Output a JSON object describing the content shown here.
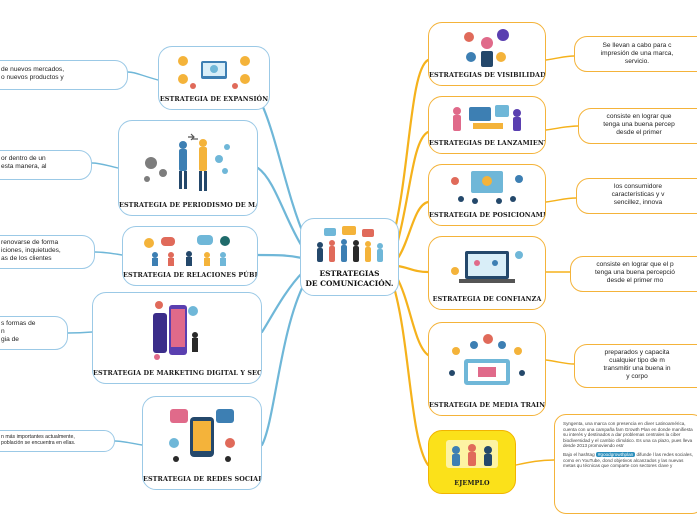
{
  "center": {
    "title_line1": "ESTRATEGIAS",
    "title_line2": "DE COMUNICACIÓN."
  },
  "left_nodes": [
    {
      "label": "ESTRATEGIA DE EXPANSIÓN",
      "icon": "expansion-illustration",
      "desc": [
        "de nuevos mercados,",
        "o nuevos productos y"
      ]
    },
    {
      "label": "ESTRATEGIA DE PERIODISMO DE MARCA",
      "icon": "brand-journalism-illustration",
      "desc": [
        "or dentro de un",
        "esta manera, al"
      ]
    },
    {
      "label": "ESTRATEGIA DE RELACIONES PÚBLICAS",
      "icon": "public-relations-illustration",
      "desc": [
        "renovarse de forma",
        "iciones, inquietudes,",
        "as de los clientes"
      ]
    },
    {
      "label": "ESTRATEGIA DE MARKETING DIGITAL Y SEO",
      "icon": "digital-marketing-illustration",
      "desc": [
        "s formas de",
        "n",
        "gia de"
      ]
    },
    {
      "label": "ESTRATEGIA DE REDES SOCIALES",
      "icon": "social-media-illustration",
      "desc": [
        "n más importantes actualmente,",
        "población se encuentra en ellas."
      ]
    }
  ],
  "right_nodes": [
    {
      "label": "ESTRATEGIAS DE VISIBILIDAD",
      "icon": "visibility-illustration",
      "desc": [
        "Se llevan a cabo para c",
        "impresión de una marca,",
        "servicio."
      ]
    },
    {
      "label": "ESTRATEGIAS DE LANZAMIENTO",
      "icon": "launch-illustration",
      "desc": [
        "consiste en lograr que",
        "tenga una buena percep",
        "desde el primer"
      ]
    },
    {
      "label": "ESTRATEGIA DE POSICIONAMIENTO",
      "icon": "positioning-illustration",
      "desc": [
        "los consumidore",
        "características y v",
        "sencillez, innova"
      ]
    },
    {
      "label": "ESTRATEGIA DE CONFIANZA",
      "icon": "trust-illustration",
      "desc": [
        "consiste en lograr que el p",
        "tenga una buena percepció",
        "desde el primer mo"
      ]
    },
    {
      "label": "ESTRATEGIA DE MEDIA TRAINING",
      "icon": "media-training-illustration",
      "desc": [
        "preparados y capacita",
        "cualquier tipo de m",
        "transmitir una buena in",
        "y corpo"
      ]
    }
  ],
  "example": {
    "label": "EJEMPLO",
    "icon": "example-illustration"
  },
  "example_text": {
    "para1": "Syngenta, una marca con presencia en diver Latinoamérica, cuenta con una campaña fam Growth Plan en donde manifiesta su interés y destinados a dar problemas centrales la ciber biodiversidad y el cambio climático. Es una ca plazo, pues lleva desde 2013 promoviendo estr",
    "para2_before": "Bajo el hashtag",
    "hashtag": "#goodgrowthplan",
    "para2_after": "difunde l las redes sociales, como en YouTube, dond objetivos alcanzados y las nuevas metas qu técnicas que comparte con sectores clave y"
  }
}
